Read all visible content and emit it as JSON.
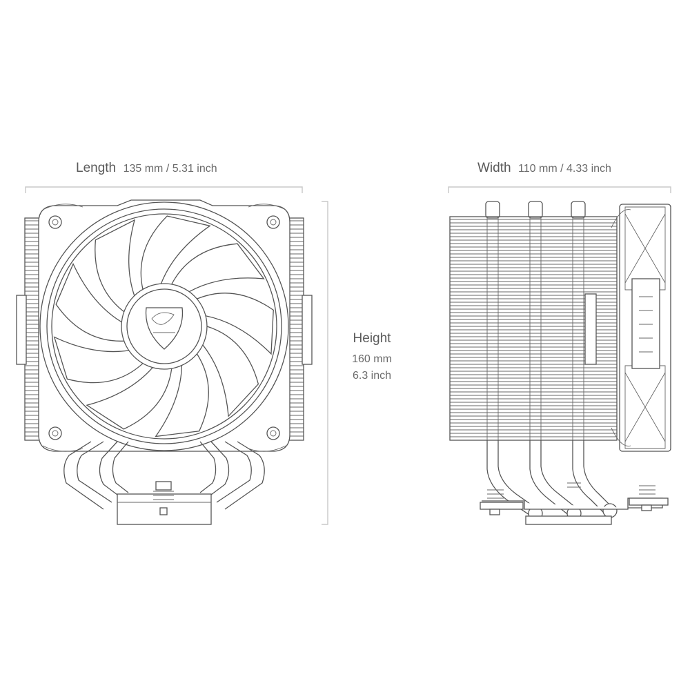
{
  "dimensions": {
    "length": {
      "label": "Length",
      "value": "135 mm / 5.31 inch"
    },
    "width": {
      "label": "Width",
      "value": "110 mm / 4.33 inch"
    },
    "height": {
      "label": "Height",
      "value_mm": "160 mm",
      "value_inch": "6.3 inch"
    }
  },
  "colors": {
    "linework": "#555555",
    "dimension_line": "#c8c8c8",
    "text": "#5a5a5a",
    "background": "#ffffff"
  },
  "icons": {
    "brand_logo": "cougar-head-logo"
  }
}
